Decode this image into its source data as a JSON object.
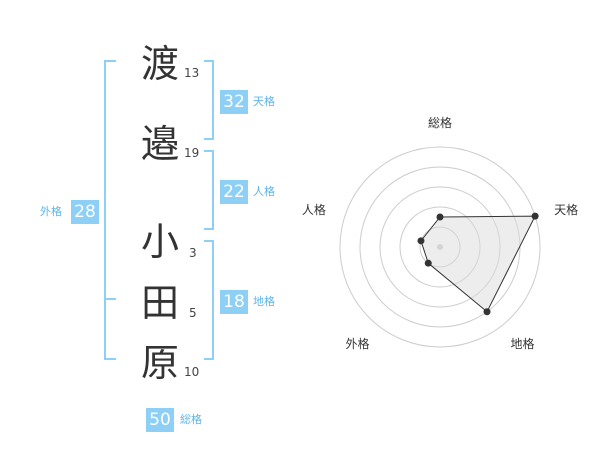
{
  "name": {
    "characters": [
      {
        "char": "渡",
        "strokes": "13"
      },
      {
        "char": "邉",
        "strokes": "19"
      },
      {
        "char": "小",
        "strokes": "3"
      },
      {
        "char": "田",
        "strokes": "5"
      },
      {
        "char": "原",
        "strokes": "10"
      }
    ]
  },
  "kakusu": {
    "tenkaku": {
      "value": "32",
      "label": "天格"
    },
    "jinkaku": {
      "value": "22",
      "label": "人格"
    },
    "chikaku": {
      "value": "18",
      "label": "地格"
    },
    "gaikaku": {
      "value": "28",
      "label": "外格"
    },
    "soukaku": {
      "value": "50",
      "label": "総格"
    }
  },
  "colors": {
    "accent": "#8ecff5",
    "accent_text": "#5db5e8",
    "radar_fill": "#eeeeee"
  },
  "chart_data": {
    "type": "radar",
    "axes": [
      "総格",
      "天格",
      "地格",
      "外格",
      "人格"
    ],
    "values": [
      1.5,
      5,
      4,
      1,
      1
    ],
    "max": 5,
    "grid": true
  }
}
